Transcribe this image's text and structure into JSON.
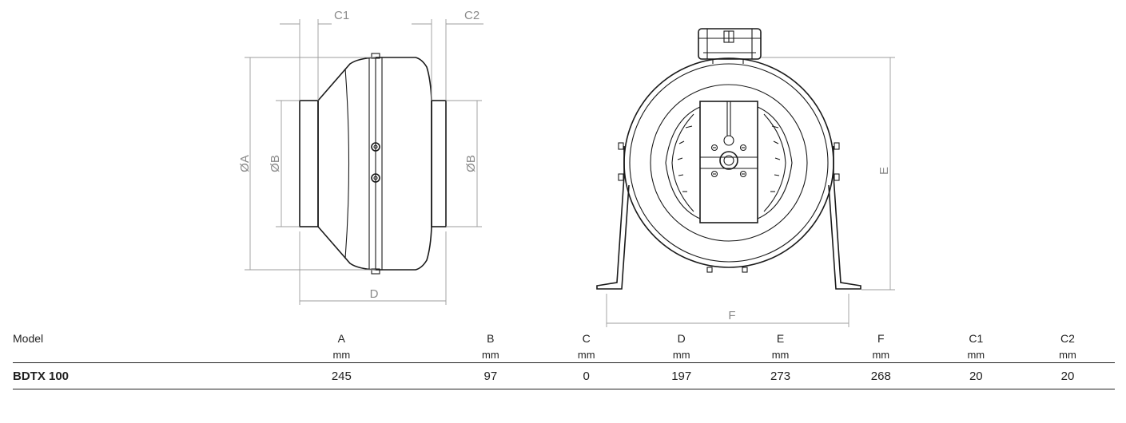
{
  "drawing": {
    "side_view": {
      "labels": {
        "C1": "C1",
        "C2": "C2",
        "A": "ØA",
        "B_left": "ØB",
        "B_right": "ØB",
        "D": "D"
      }
    },
    "front_view": {
      "labels": {
        "E": "E",
        "F": "F"
      }
    },
    "colors": {
      "line": "#1a1a1a",
      "dimension": "#9c9c9c",
      "dim_text": "#8a8a8a"
    }
  },
  "table": {
    "model_header": "Model",
    "columns": [
      {
        "key": "A",
        "unit": "mm"
      },
      {
        "key": "B",
        "unit": "mm"
      },
      {
        "key": "C",
        "unit": "mm"
      },
      {
        "key": "D",
        "unit": "mm"
      },
      {
        "key": "E",
        "unit": "mm"
      },
      {
        "key": "F",
        "unit": "mm"
      },
      {
        "key": "C1",
        "unit": "mm"
      },
      {
        "key": "C2",
        "unit": "mm"
      }
    ],
    "rows": [
      {
        "model": "BDTX 100",
        "values": [
          "245",
          "97",
          "0",
          "197",
          "273",
          "268",
          "20",
          "20"
        ]
      }
    ]
  }
}
